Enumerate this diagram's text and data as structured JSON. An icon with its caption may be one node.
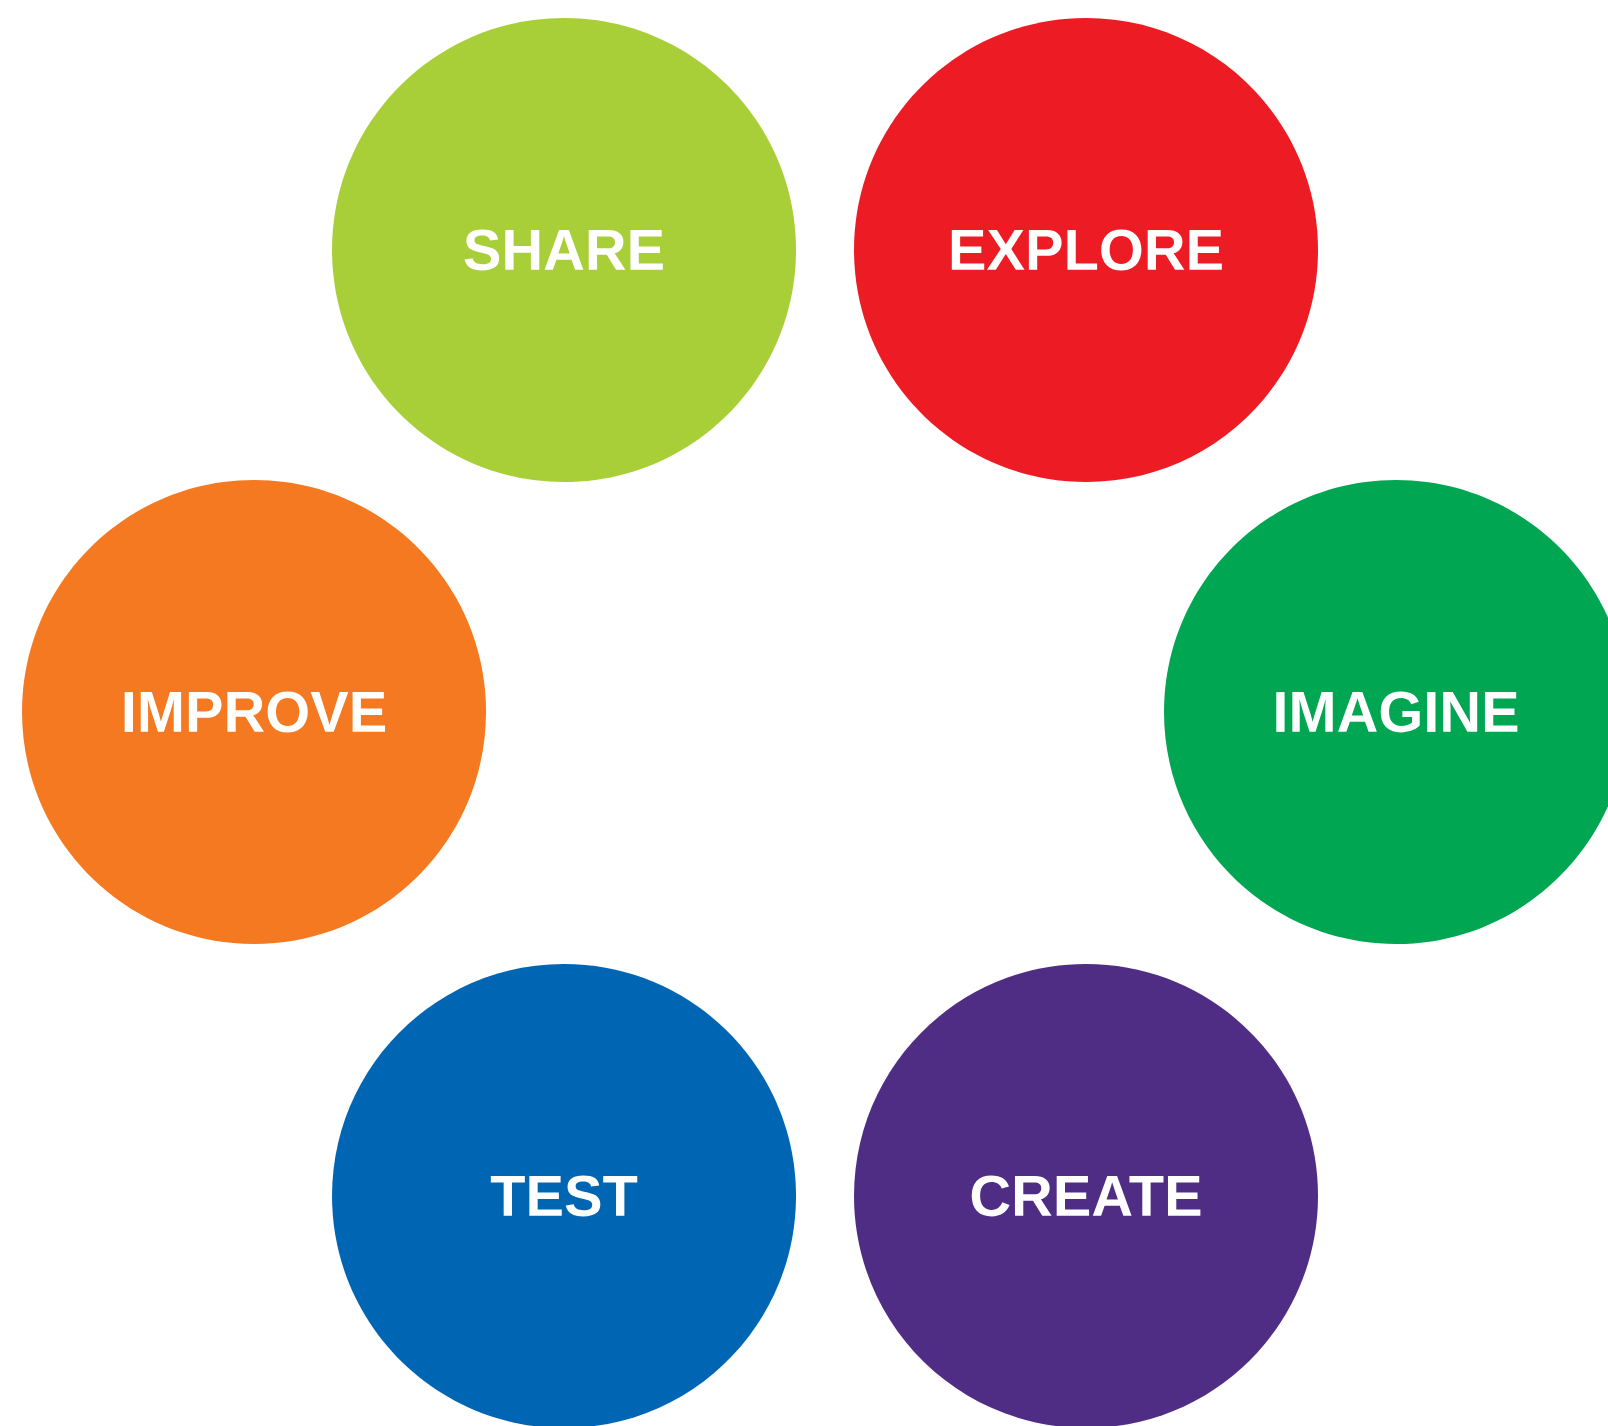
{
  "diagram": {
    "nodes": [
      {
        "text": [
          "SHARE"
        ]
      },
      {
        "text": [
          "EXPLORE"
        ]
      },
      {
        "text": [
          "IMPROVE"
        ]
      },
      {
        "text": [
          "IMAGINE"
        ]
      },
      {
        "text": [
          "TEST"
        ]
      },
      {
        "text": [
          "CREATE"
        ]
      }
    ]
  }
}
